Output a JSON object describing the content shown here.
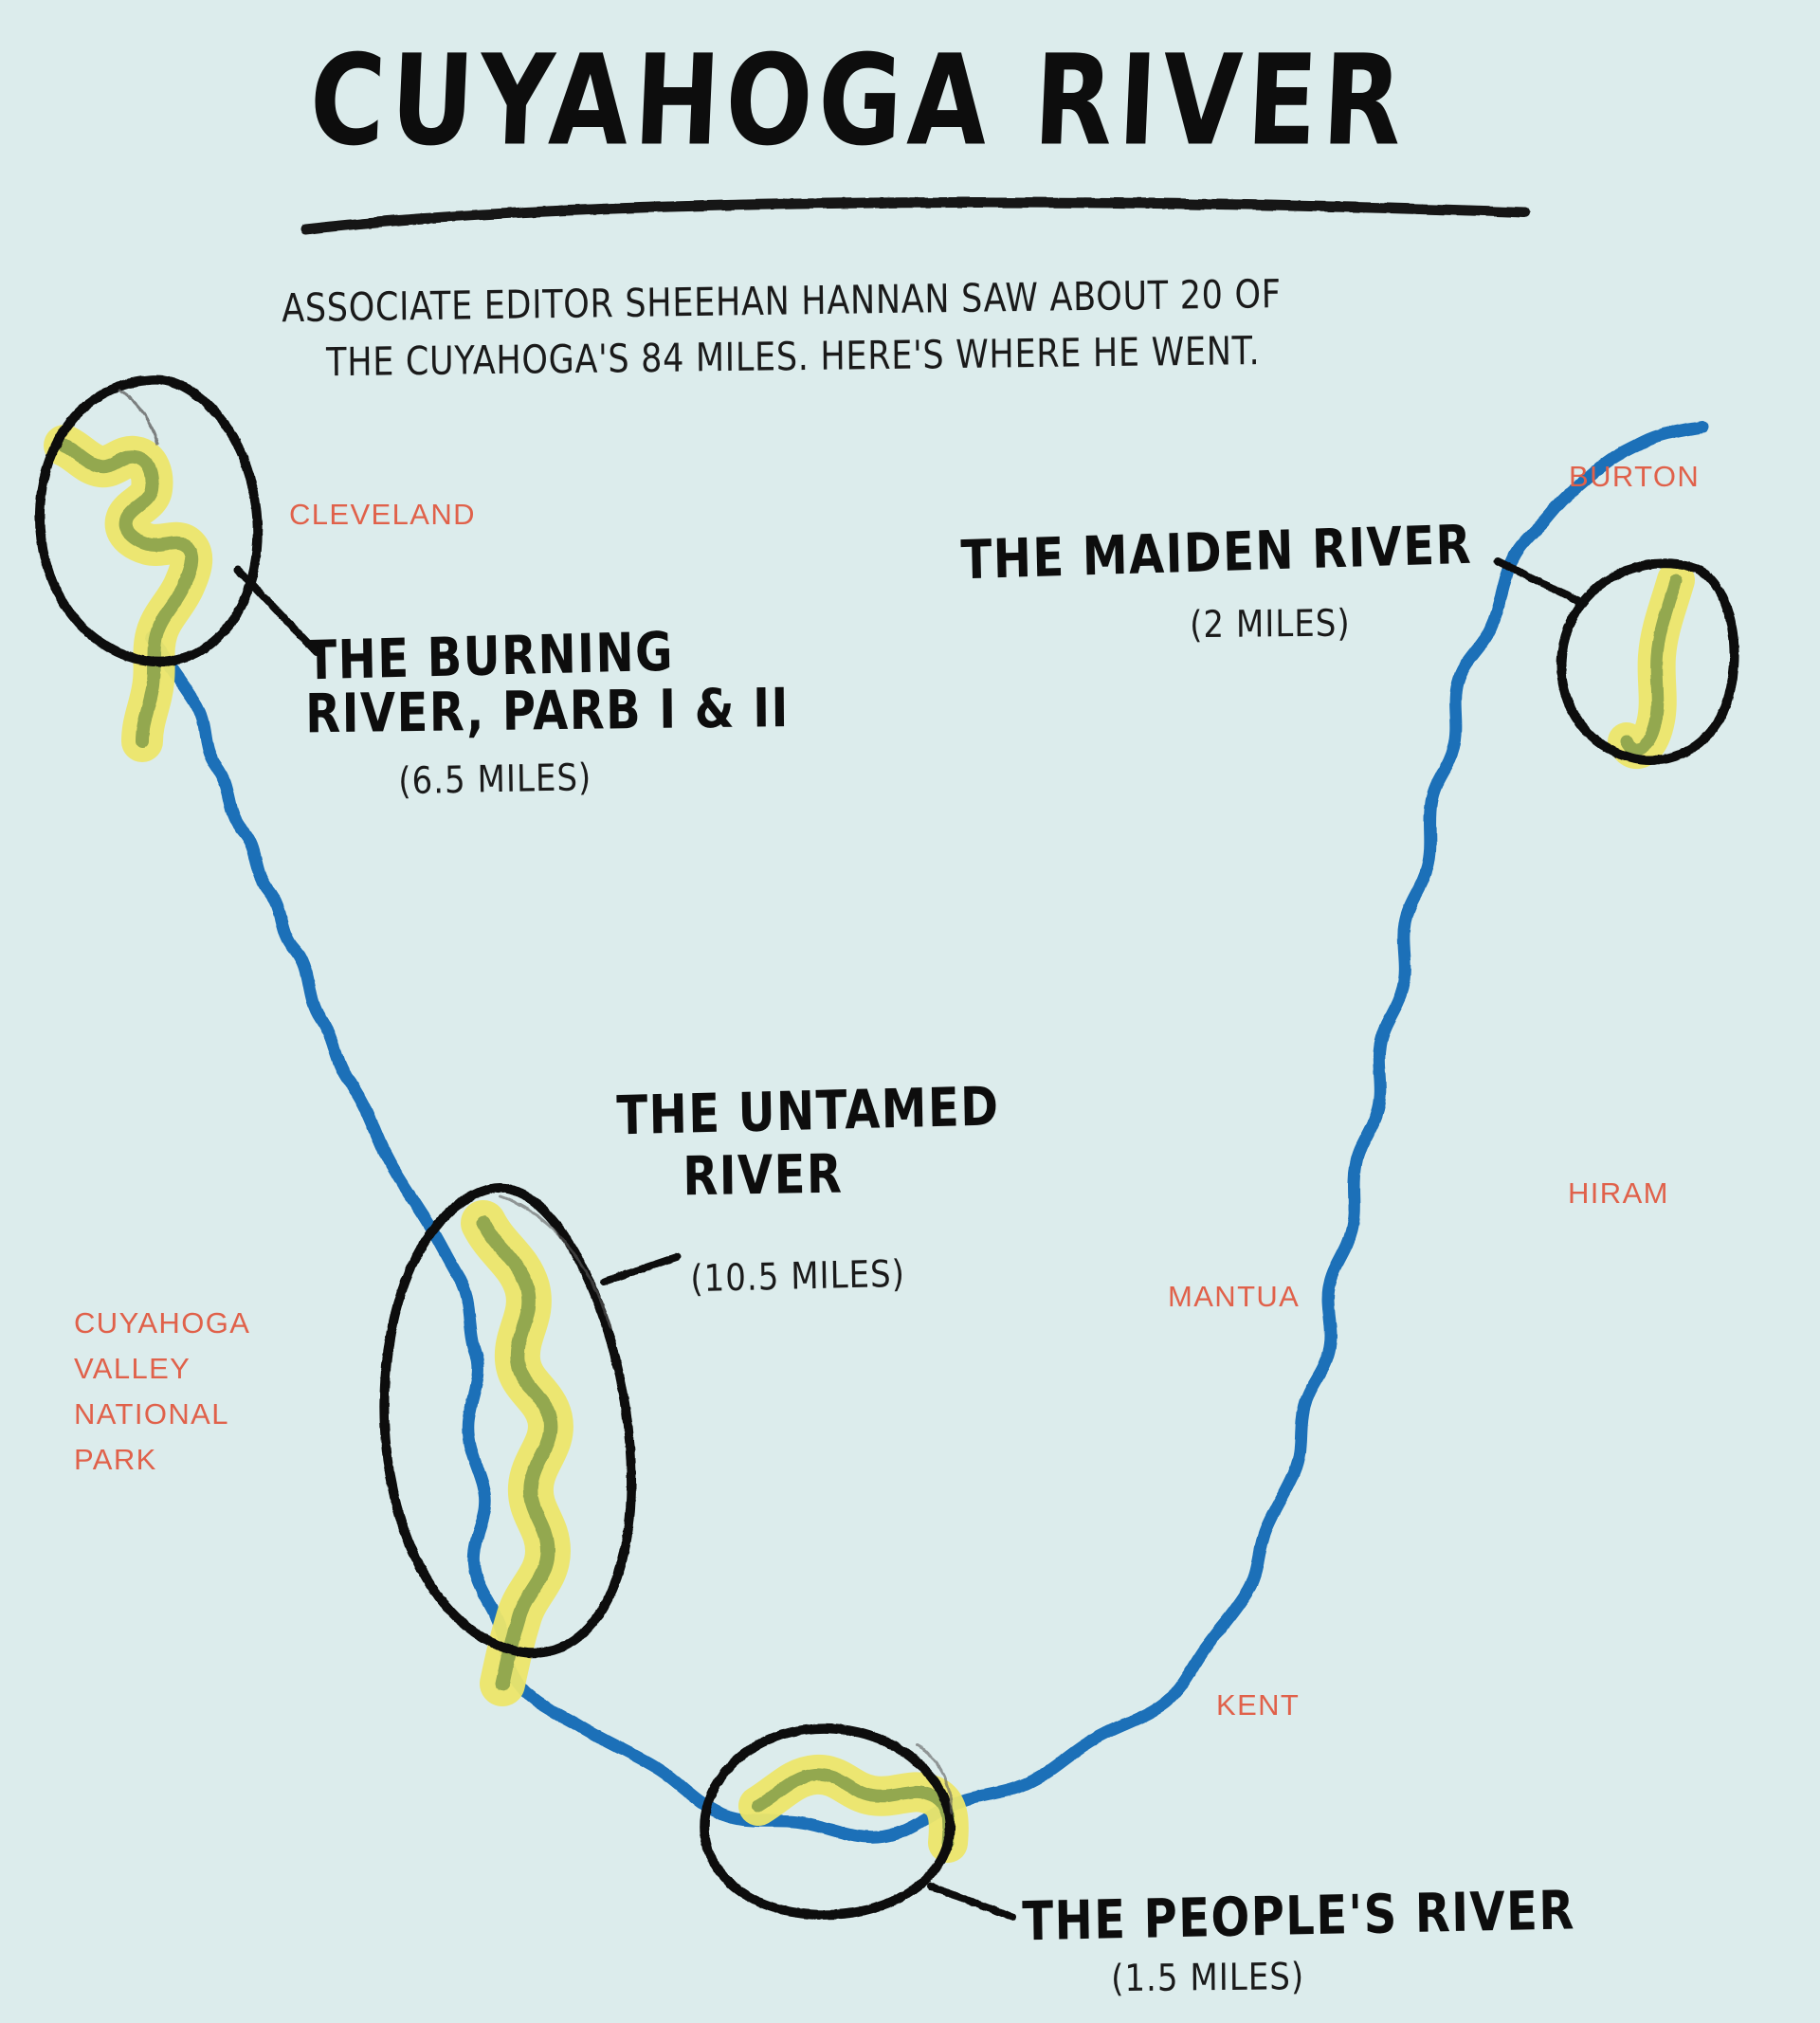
{
  "page": {
    "background_color": "#dcecec",
    "title": "CUYAHOGA RIVER",
    "subtitle_line1": "ASSOCIATE EDITOR SHEEHAN HANNAN SAW ABOUT 20 OF",
    "subtitle_line2": "THE CUYAHOGA'S 84 MILES. HERE'S WHERE HE WENT."
  },
  "colors": {
    "river": "#1a6fb8",
    "highlight": "#ece66a",
    "highlight_river": "#93a84f",
    "ink": "#111111",
    "city_label": "#e0614a",
    "background": "#dcecec"
  },
  "segments": [
    {
      "id": "burning-river",
      "name_line1": "THE BURNING",
      "name_line2": "RIVER, PARB I & II",
      "miles_label": "(6.5 MILES)",
      "miles": 6.5
    },
    {
      "id": "maiden-river",
      "name_line1": "THE MAIDEN RIVER",
      "name_line2": "",
      "miles_label": "(2 MILES)",
      "miles": 2
    },
    {
      "id": "untamed-river",
      "name_line1": "THE UNTAMED",
      "name_line2": "RIVER",
      "miles_label": "(10.5 MILES)",
      "miles": 10.5
    },
    {
      "id": "peoples-river",
      "name_line1": "THE PEOPLE'S RIVER",
      "name_line2": "",
      "miles_label": "(1.5 MILES)",
      "miles": 1.5
    }
  ],
  "cities": [
    {
      "id": "cleveland",
      "label": "CLEVELAND"
    },
    {
      "id": "burton",
      "label": "BURTON"
    },
    {
      "id": "hiram",
      "label": "HIRAM"
    },
    {
      "id": "mantua",
      "label": "MANTUA"
    },
    {
      "id": "kent",
      "label": "KENT"
    },
    {
      "id": "cvnp",
      "label": "CUYAHOGA\nVALLEY\nNATIONAL\nPARK"
    }
  ],
  "chart_data": {
    "type": "map",
    "title": "CUYAHOGA RIVER",
    "total_river_miles": 84,
    "miles_travelled": 20,
    "annotations": [
      {
        "segment": "THE BURNING RIVER, PARB I & II",
        "miles": 6.5,
        "near": "CLEVELAND"
      },
      {
        "segment": "THE MAIDEN RIVER",
        "miles": 2,
        "near": "BURTON"
      },
      {
        "segment": "THE UNTAMED RIVER",
        "miles": 10.5,
        "near": "CUYAHOGA VALLEY NATIONAL PARK"
      },
      {
        "segment": "THE PEOPLE'S RIVER",
        "miles": 1.5,
        "near": "KENT"
      }
    ],
    "place_labels": [
      "CLEVELAND",
      "BURTON",
      "HIRAM",
      "MANTUA",
      "KENT",
      "CUYAHOGA VALLEY NATIONAL PARK"
    ]
  }
}
